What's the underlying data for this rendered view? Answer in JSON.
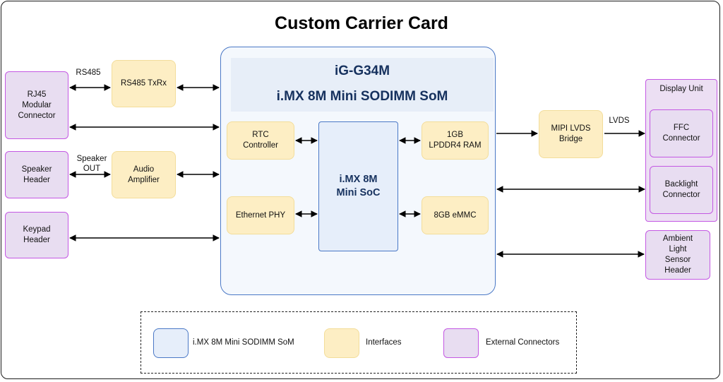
{
  "title": "Custom Carrier Card",
  "som": {
    "title_line1": "iG-G34M",
    "title_line2": "i.MX 8M Mini SODIMM SoM",
    "soc_line1": "i.MX 8M",
    "soc_line2": "Mini SoC"
  },
  "external_connectors": {
    "rj45": [
      "RJ45",
      "Modular",
      "Connector"
    ],
    "speaker_header": [
      "Speaker",
      "Header"
    ],
    "keypad_header": [
      "Keypad",
      "Header"
    ],
    "display_unit": "Display Unit",
    "ffc_connector": [
      "FFC",
      "Connector"
    ],
    "backlight_connector": [
      "Backlight",
      "Connector"
    ],
    "ambient_light_sensor": [
      "Ambient",
      "Light",
      "Sensor",
      "Header"
    ]
  },
  "interfaces": {
    "rs485_txrx": "RS485 TxRx",
    "audio_amplifier": [
      "Audio",
      "Amplifier"
    ],
    "rtc_controller": [
      "RTC",
      "Controller"
    ],
    "ethernet_phy": "Ethernet PHY",
    "lpddr4_ram": [
      "1GB",
      "LPDDR4 RAM"
    ],
    "emmc": "8GB eMMC",
    "mipi_lvds_bridge": [
      "MIPI LVDS",
      "Bridge"
    ]
  },
  "connection_labels": {
    "rs485": "RS485",
    "speaker_out": [
      "Speaker",
      "OUT"
    ],
    "lvds": "LVDS"
  },
  "legend": {
    "som": "i.MX 8M Mini SODIMM SoM",
    "interfaces": "Interfaces",
    "external_connectors": "External Connectors"
  },
  "colors": {
    "som_border": "#4a78c6",
    "som_fill": "#e6eefa",
    "interface_fill": "#fdeec4",
    "external_fill": "#e8ddf1",
    "external_border": "#c458e3",
    "title_text": "#16315e"
  }
}
